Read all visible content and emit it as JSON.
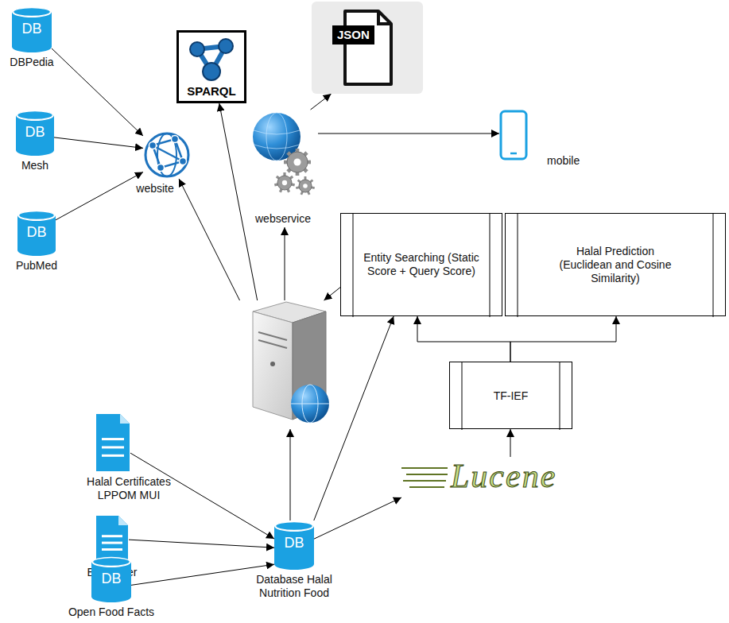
{
  "diagram": {
    "nodes": [
      {
        "text": [
          "DB",
          "DBPedia"
        ]
      },
      {
        "text": [
          "SPARQL"
        ]
      },
      {
        "text": [
          "JSON"
        ]
      },
      {
        "text": [
          "DB",
          "Mesh"
        ]
      },
      {
        "text": [
          "website"
        ]
      },
      {
        "text": [
          "webservice"
        ]
      },
      {
        "text": [
          "mobile"
        ]
      },
      {
        "text": [
          "DB",
          "PubMed"
        ]
      },
      {
        "text": [
          "Entity Searching (Static Score + Query Score)"
        ]
      },
      {
        "text": [
          "Halal Prediction (Euclidean and Cosine Similarity)"
        ]
      },
      {
        "text": []
      },
      {
        "text": [
          "TF-IEF"
        ]
      },
      {
        "text": [
          "Halal Certificates LPPOM MUI"
        ]
      },
      {
        "text": [
          "E Number"
        ]
      },
      {
        "text": [
          "DB",
          "Database Halal Nutrition Food"
        ]
      },
      {
        "text": [
          "Lucene"
        ]
      },
      {
        "text": [
          "DB",
          "Open Food Facts"
        ]
      }
    ],
    "edges": [
      {
        "from": 0,
        "to": 4,
        "arrow": "to"
      },
      {
        "from": 3,
        "to": 4,
        "arrow": "to"
      },
      {
        "from": 7,
        "to": 4,
        "arrow": "to"
      },
      {
        "from": 10,
        "to": 4,
        "arrow": "to"
      },
      {
        "from": 10,
        "to": 1,
        "arrow": "to"
      },
      {
        "from": 10,
        "to": 5,
        "arrow": "to"
      },
      {
        "from": 5,
        "to": 2,
        "arrow": "to"
      },
      {
        "from": 5,
        "to": 6,
        "arrow": "to"
      },
      {
        "from": 8,
        "to": 10,
        "arrow": "to"
      },
      {
        "from": 14,
        "to": 10,
        "arrow": "to"
      },
      {
        "from": 14,
        "to": 8,
        "arrow": "to"
      },
      {
        "from": 14,
        "to": 15,
        "arrow": "to"
      },
      {
        "from": 15,
        "to": 11,
        "arrow": "to"
      },
      {
        "from": 11,
        "to": 8,
        "arrow": "to"
      },
      {
        "from": 11,
        "to": 9,
        "arrow": "to"
      },
      {
        "from": 12,
        "to": 14,
        "arrow": "to"
      },
      {
        "from": 13,
        "to": 14,
        "arrow": "to"
      },
      {
        "from": 16,
        "to": 14,
        "arrow": "to"
      }
    ]
  }
}
